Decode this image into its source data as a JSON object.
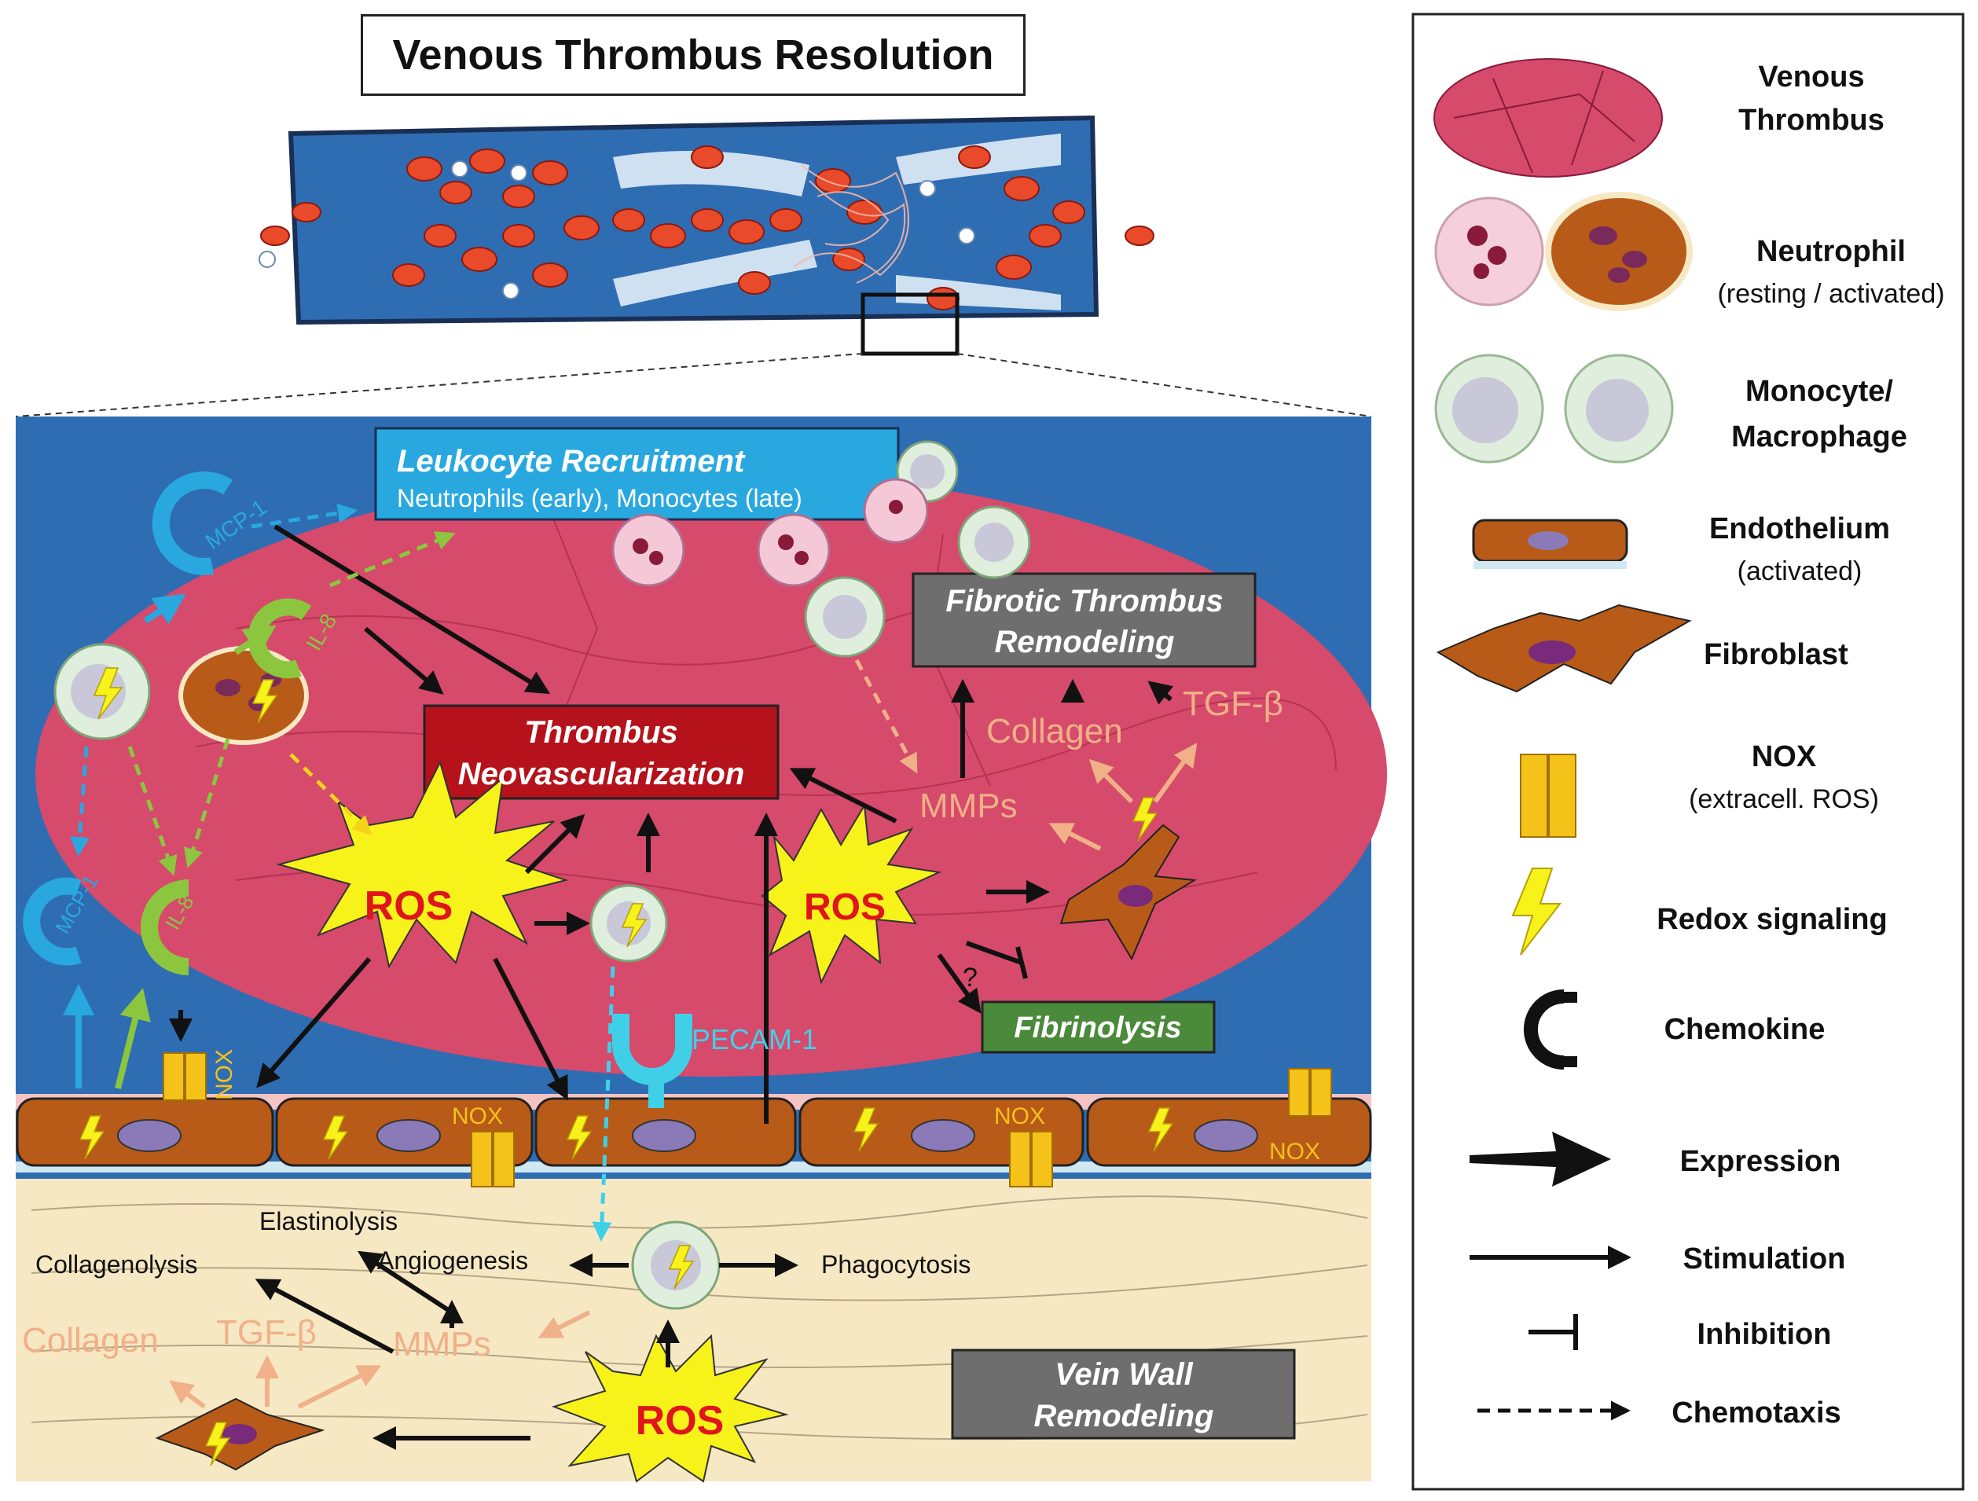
{
  "title": "Venous Thrombus Resolution",
  "labels": {
    "leukocyte_title": "Leukocyte Recruitment",
    "leukocyte_sub": "Neutrophils (early), Monocytes (late)",
    "mcp1_top": "MCP-1",
    "il8_top": "IL-8",
    "mcp1_left": "MCP-1",
    "il8_left": "IL-8",
    "fibrotic_line1": "Fibrotic Thrombus",
    "fibrotic_line2": "Remodeling",
    "neovasc_line1": "Thrombus",
    "neovasc_line2": "Neovascularization",
    "collagen_top": "Collagen",
    "tgfb_top": "TGF-β",
    "mmps_top": "MMPs",
    "ros_left": "ROS",
    "ros_right": "ROS",
    "ros_bottom": "ROS",
    "question": "?",
    "fibrinolysis": "Fibrinolysis",
    "pecam": "PECAM-1",
    "nox1": "NOX",
    "nox2": "NOX",
    "nox3": "NOX",
    "nox4": "NOX",
    "elastinolysis": "Elastinolysis",
    "collagenolysis": "Collagenolysis",
    "angiogenesis": "Angiogenesis",
    "phagocytosis": "Phagocytosis",
    "collagen_bottom": "Collagen",
    "tgfb_bottom": "TGF-β",
    "mmps_bottom": "MMPs",
    "vein_wall_line1": "Vein Wall",
    "vein_wall_line2": "Remodeling"
  },
  "legend": {
    "venous_thrombus_1": "Venous",
    "venous_thrombus_2": "Thrombus",
    "neutrophil": "Neutrophil",
    "neutrophil_sub": "(resting / activated)",
    "monocyte_1": "Monocyte/",
    "monocyte_2": "Macrophage",
    "endothelium": "Endothelium",
    "endothelium_sub": "(activated)",
    "fibroblast": "Fibroblast",
    "nox": "NOX",
    "nox_sub": "(extracell. ROS)",
    "redox": "Redox signaling",
    "chemokine": "Chemokine",
    "expression": "Expression",
    "stimulation": "Stimulation",
    "inhibition": "Inhibition",
    "chemotaxis": "Chemotaxis"
  },
  "colors": {
    "blood": "#2f6db3",
    "thrombus": "#d64a6b",
    "ros": "#f7f21a",
    "ros_text": "#e0141c",
    "neovasc_box": "#b5121b",
    "fibrotic_box": "#6e6e6e",
    "fibrinolysis_box": "#4a8a3a",
    "leukocyte_box": "#29a8e0",
    "vein_wall": "#f7e8c4",
    "endothelium": "#b85a18",
    "salmon": "#f0b088"
  }
}
